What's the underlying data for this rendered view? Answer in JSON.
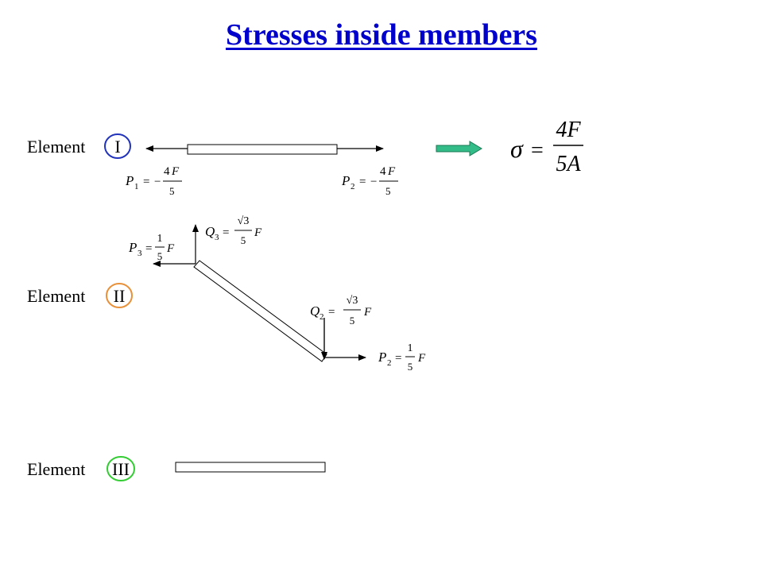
{
  "title": "Stresses inside members",
  "elements": [
    {
      "label": "Element",
      "numeral": "I",
      "circle_color": "#2233bb"
    },
    {
      "label": "Element",
      "numeral": "II",
      "circle_color": "#e8913a"
    },
    {
      "label": "Element",
      "numeral": "III",
      "circle_color": "#33cc33"
    }
  ],
  "forces": {
    "P1": {
      "symbol": "P",
      "sub": "1",
      "sign": "−",
      "coef_num": "4",
      "coef_var": "F",
      "den": "5"
    },
    "P2_top": {
      "symbol": "P",
      "sub": "2",
      "sign": "−",
      "coef_num": "4",
      "coef_var": "F",
      "den": "5"
    },
    "P3": {
      "symbol": "P",
      "sub": "3",
      "num": "1",
      "den": "5",
      "var": "F"
    },
    "Q3": {
      "symbol": "Q",
      "sub": "3",
      "num": "√3",
      "den": "5",
      "var": "F"
    },
    "Q2": {
      "symbol": "Q",
      "sub": "2",
      "num": "√3",
      "den": "5",
      "var": "F"
    },
    "P2_bottom": {
      "symbol": "P",
      "sub": "2",
      "num": "1",
      "den": "5",
      "var": "F"
    }
  },
  "stress": {
    "symbol": "σ",
    "equals": "=",
    "numerator": "4F",
    "denominator": "5A"
  },
  "colors": {
    "title": "#0000cc",
    "result_arrow": "#33bb88"
  }
}
